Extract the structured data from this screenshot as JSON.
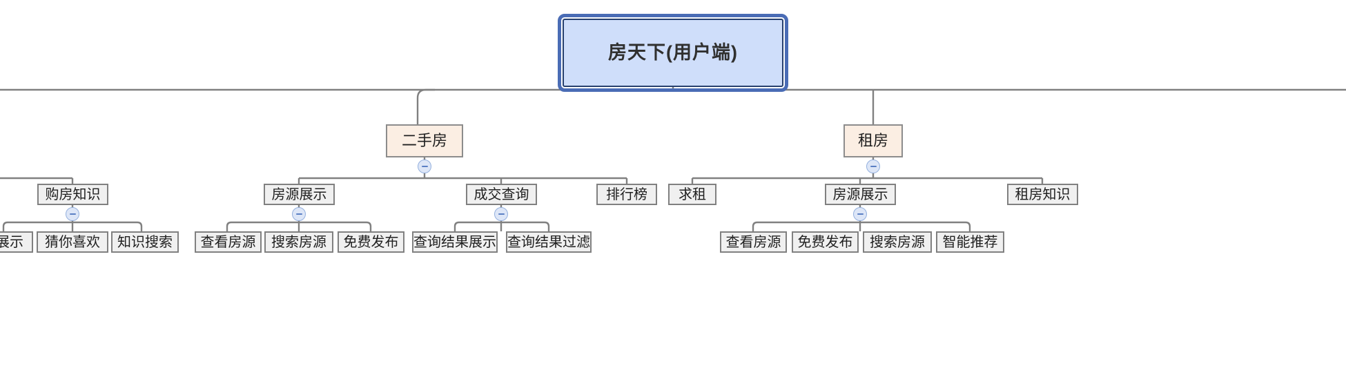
{
  "diagram": {
    "type": "mind-map",
    "title": "房天下(用户端)",
    "colors": {
      "root_fill": "#cfdefa",
      "root_border_inner": "#27406e",
      "root_border_outer": "#4a6cb5",
      "level2_fill": "#fbeee3",
      "level2_border": "#8c8c8c",
      "node_fill": "#f0f0f0",
      "node_border": "#808080",
      "edge": "#808080",
      "toggle_fill": "#dde6f7",
      "toggle_border": "#94b0de",
      "toggle_glyph": "#5a7fc4"
    },
    "toggle_state": "expanded",
    "toggle_glyph": "minus"
  },
  "nodes": {
    "root": {
      "label": "房天下(用户端)"
    },
    "level2": [
      {
        "id": "ershoufang",
        "label": "二手房"
      },
      {
        "id": "zufang",
        "label": "租房"
      }
    ],
    "level3": [
      {
        "id": "gouf-zhishi",
        "label": "购房知识"
      },
      {
        "id": "fangyuan-zhanshi-1",
        "label": "房源展示"
      },
      {
        "id": "chengjiao-chaxun",
        "label": "成交查询"
      },
      {
        "id": "paihangbang",
        "label": "排行榜"
      },
      {
        "id": "qiuzu",
        "label": "求租"
      },
      {
        "id": "fangyuan-zhanshi-2",
        "label": "房源展示"
      },
      {
        "id": "zufang-zhishi",
        "label": "租房知识"
      }
    ],
    "level4": [
      {
        "id": "zhanshi-clipped",
        "label": "展示"
      },
      {
        "id": "caini-xihuan",
        "label": "猜你喜欢"
      },
      {
        "id": "zhishi-sousuo",
        "label": "知识搜索"
      },
      {
        "id": "chakan-fangyuan-1",
        "label": "查看房源"
      },
      {
        "id": "sousuo-fangyuan-1",
        "label": "搜索房源"
      },
      {
        "id": "mianfei-fabu-1",
        "label": "免费发布"
      },
      {
        "id": "chaxun-jieguo-zhanshi",
        "label": "查询结果展示"
      },
      {
        "id": "chaxun-jieguo-guolv",
        "label": "查询结果过滤"
      },
      {
        "id": "chakan-fangyuan-2",
        "label": "查看房源"
      },
      {
        "id": "mianfei-fabu-2",
        "label": "免费发布"
      },
      {
        "id": "sousuo-fangyuan-2",
        "label": "搜索房源"
      },
      {
        "id": "zhineng-tuijian",
        "label": "智能推荐"
      }
    ]
  }
}
